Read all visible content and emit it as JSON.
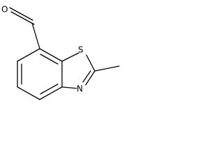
{
  "molecule": {
    "atoms": {
      "oxygen": "O",
      "sulfur": "S",
      "nitrogen": "N"
    }
  }
}
